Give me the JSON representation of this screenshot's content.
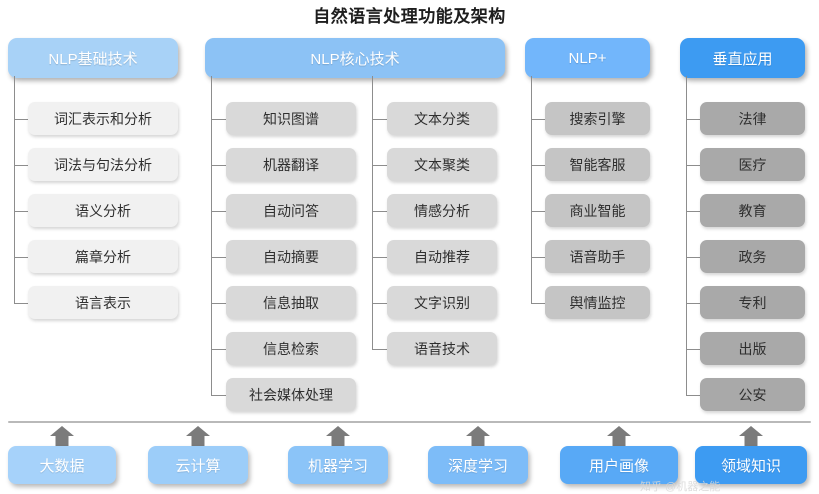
{
  "title": "自然语言处理功能及架构",
  "colors": {
    "header_basic": "#a8d2f7",
    "header_core": "#8cc2f5",
    "header_plus": "#72b6fb",
    "header_vertical": "#3d9bf2",
    "item_basic": "#f1f1f1",
    "item_core": "#d9d9d9",
    "item_plus": "#c5c5c5",
    "item_vertical": "#a9a9a9",
    "line": "#8d8d8d",
    "divider": "#b9b9b9",
    "arrow": "#7b7b7b",
    "title_text": "#1d1d1d"
  },
  "columns": [
    {
      "id": "nlp-basic",
      "header": "NLP基础技术",
      "groups": [
        {
          "items": [
            "词汇表示和分析",
            "词法与句法分析",
            "语义分析",
            "篇章分析",
            "语言表示"
          ]
        }
      ]
    },
    {
      "id": "nlp-core",
      "header": "NLP核心技术",
      "groups": [
        {
          "items": [
            "知识图谱",
            "机器翻译",
            "自动问答",
            "自动摘要",
            "信息抽取",
            "信息检索",
            "社会媒体处理"
          ]
        },
        {
          "items": [
            "文本分类",
            "文本聚类",
            "情感分析",
            "自动推荐",
            "文字识别",
            "语音技术"
          ]
        }
      ]
    },
    {
      "id": "nlp-plus",
      "header": "NLP+",
      "groups": [
        {
          "items": [
            "搜索引擎",
            "智能客服",
            "商业智能",
            "语音助手",
            "舆情监控"
          ]
        }
      ]
    },
    {
      "id": "vertical-app",
      "header": "垂直应用",
      "groups": [
        {
          "items": [
            "法律",
            "医疗",
            "教育",
            "政务",
            "专利",
            "出版",
            "公安"
          ]
        }
      ]
    }
  ],
  "foundation": {
    "items": [
      {
        "label": "大数据",
        "color": "#a6d2fa"
      },
      {
        "label": "云计算",
        "color": "#9ccdf9"
      },
      {
        "label": "机器学习",
        "color": "#8bc4f8"
      },
      {
        "label": "深度学习",
        "color": "#7dbcf8"
      },
      {
        "label": "用户画像",
        "color": "#58a9f6"
      },
      {
        "label": "领域知识",
        "color": "#3d9bf2"
      }
    ],
    "arrow_icon": "arrow-up-icon"
  },
  "watermark": "知乎 @机器之能"
}
